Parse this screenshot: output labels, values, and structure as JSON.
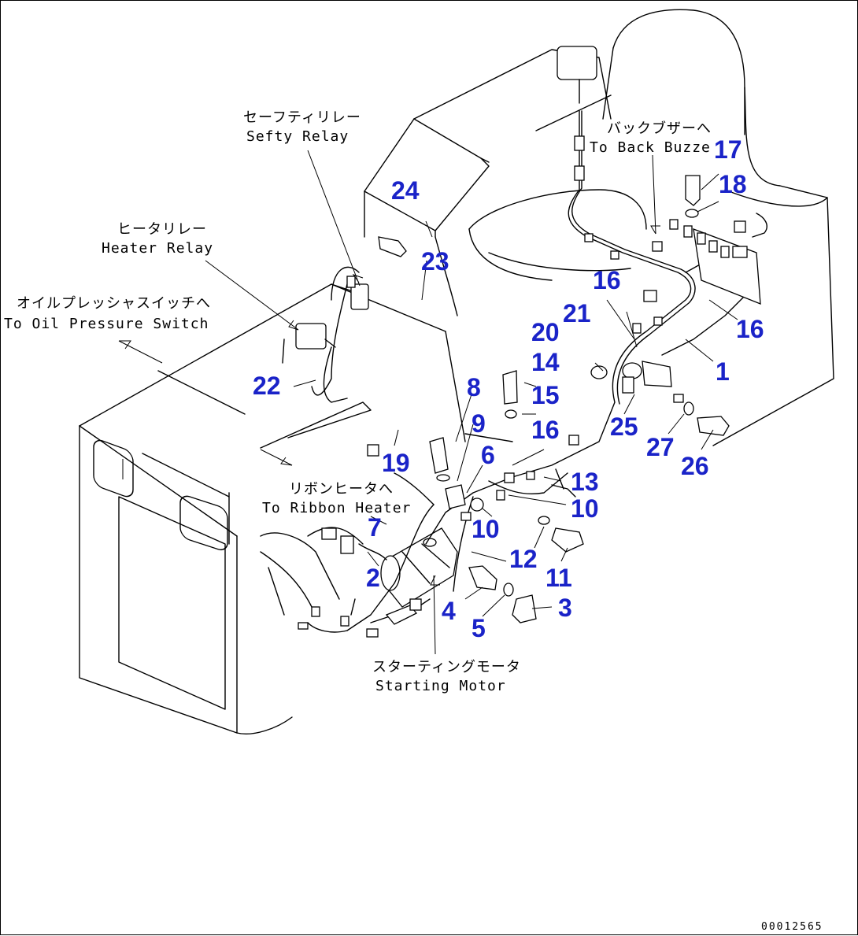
{
  "notes": {
    "safety_relay_jp": "セーフティリレー",
    "safety_relay_en": "Sefty Relay",
    "heater_relay_jp": "ヒータリレー",
    "heater_relay_en": "Heater Relay",
    "oil_pressure_jp": "オイルプレッシャスイッチへ",
    "oil_pressure_en": "To Oil Pressure Switch",
    "back_buzzer_jp": "バックブザーへ",
    "back_buzzer_en": "To Back Buzze",
    "ribbon_heater_jp": "リボンヒータへ",
    "ribbon_heater_en": "To Ribbon Heater",
    "starting_motor_jp": "スターティングモータ",
    "starting_motor_en": "Starting Motor"
  },
  "part_numbers": [
    "1",
    "2",
    "3",
    "4",
    "5",
    "6",
    "7",
    "8",
    "9",
    "10",
    "10",
    "11",
    "12",
    "13",
    "14",
    "15",
    "16",
    "16",
    "16",
    "17",
    "18",
    "19",
    "20",
    "21",
    "22",
    "23",
    "24",
    "25",
    "26",
    "27"
  ],
  "drawing_code": "00012565",
  "colors": {
    "callout": "#1a23c8",
    "line": "#000000",
    "background": "#ffffff"
  }
}
